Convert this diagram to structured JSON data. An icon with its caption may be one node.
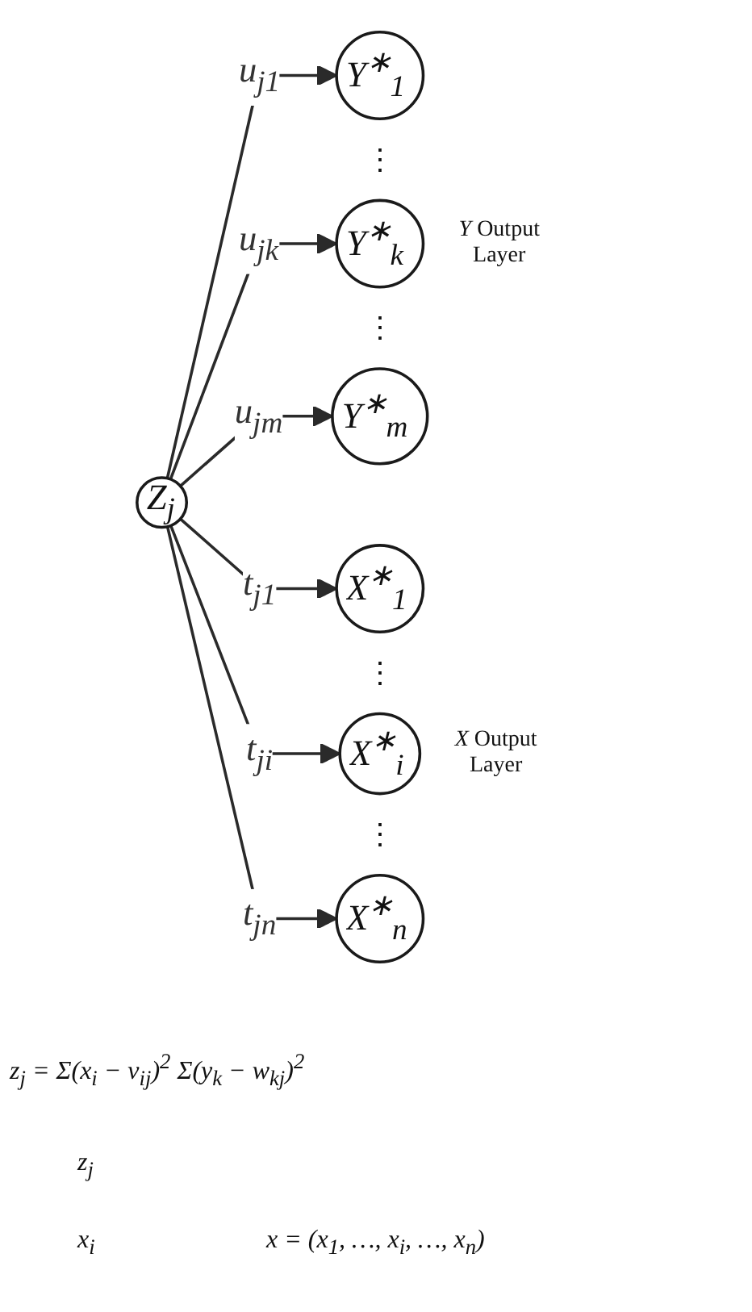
{
  "diagram": {
    "nodes": [
      {
        "text": [
          "Y$^{∗}$$_{1}$"
        ]
      },
      {
        "text": [
          "X$^{∗}$$_{1}$"
        ]
      },
      {
        "text": [
          "Y$^{∗}$$_{k}$"
        ]
      },
      {
        "text": [
          "Z$_{j}$"
        ]
      },
      {
        "text": [
          "X$^{∗}$$_{i}$"
        ]
      },
      {
        "text": [
          "Y$^{∗}$$_{m}$"
        ]
      },
      {
        "text": [
          "X$^{∗}$$_{n}$"
        ]
      }
    ],
    "edges": [
      {
        "from": 3,
        "to": 0,
        "arrow": "to",
        "label": "u$_{j1}$"
      },
      {
        "from": 3,
        "to": 2,
        "arrow": "to",
        "label": "u$_{jk}$"
      },
      {
        "from": 3,
        "to": 5,
        "arrow": "to",
        "label": "u$_{jm}$"
      },
      {
        "from": 3,
        "to": 1,
        "arrow": "to",
        "label": "t$_{j1}$"
      },
      {
        "from": 3,
        "to": 4,
        "arrow": "to",
        "label": "t$_{ji}$"
      },
      {
        "from": 3,
        "to": 6,
        "arrow": "to",
        "label": "t$_{jn}$"
      }
    ],
    "labels": [
      "⋮",
      "⋮",
      "⋮",
      "⋮",
      "*Y* Output Layer",
      "*X* Output Layer",
      "z$_{j}$ = Σ(x$_{i}$ − v$_{ij}$)$^{2}$ Σ(y$_{k}$ − w$_{kj}$)$^{2}$",
      "z$_{j}$",
      "x$_{i}$",
      "x = (x$_{1}$, …, x$_{i}$, …, x$_{n}$)"
    ]
  }
}
